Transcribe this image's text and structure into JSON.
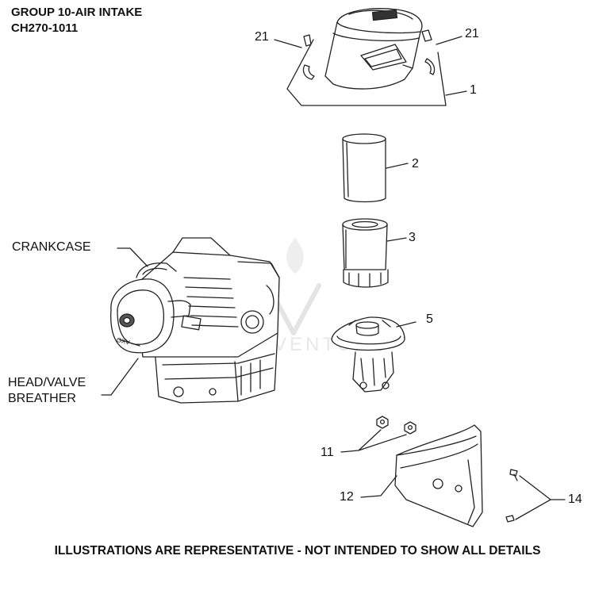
{
  "header": {
    "group_title": "GROUP 10-AIR INTAKE",
    "model": "CH270-1011"
  },
  "callouts": {
    "c21_left": "21",
    "c21_right": "21",
    "c1": "1",
    "c2": "2",
    "c3": "3",
    "c5": "5",
    "c11": "11",
    "c12": "12",
    "c14": "14"
  },
  "labels": {
    "crankcase": "CRANKCASE",
    "head_valve_line1": "HEAD/VALVE",
    "head_valve_line2": "BREATHER"
  },
  "watermark": "VENTURE",
  "footer": "ILLUSTRATIONS ARE REPRESENTATIVE - NOT INTENDED TO SHOW ALL DETAILS",
  "colors": {
    "line": "#222222",
    "watermark": "#e6e6e6"
  }
}
